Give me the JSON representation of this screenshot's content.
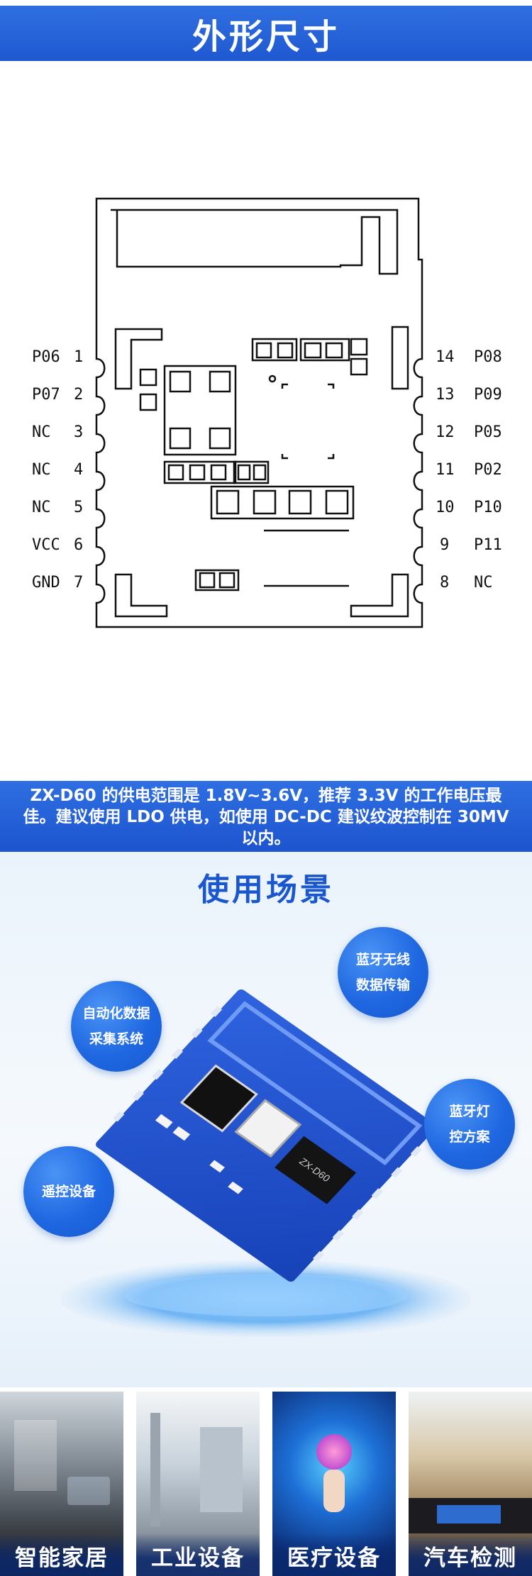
{
  "header": {
    "title": "外形尺寸"
  },
  "pins": {
    "left": [
      {
        "name": "P06",
        "num": "1"
      },
      {
        "name": "P07",
        "num": "2"
      },
      {
        "name": "NC",
        "num": "3"
      },
      {
        "name": "NC",
        "num": "4"
      },
      {
        "name": "NC",
        "num": "5"
      },
      {
        "name": "VCC",
        "num": "6"
      },
      {
        "name": "GND",
        "num": "7"
      }
    ],
    "right": [
      {
        "num": "14",
        "name": "P08"
      },
      {
        "num": "13",
        "name": "P09"
      },
      {
        "num": "12",
        "name": "P05"
      },
      {
        "num": "11",
        "name": "P02"
      },
      {
        "num": "10",
        "name": "P10"
      },
      {
        "num": "9",
        "name": "P11"
      },
      {
        "num": "8",
        "name": "NC"
      }
    ]
  },
  "note": {
    "text": "ZX-D60 的供电范围是 1.8V~3.6V，推荐 3.3V 的工作电压最佳。建议使用 LDO 供电，如使用 DC-DC 建议纹波控制在 30MV 以内。"
  },
  "scenarios": {
    "title": "使用场景",
    "bubbles": [
      {
        "line1": "自动化数据",
        "line2": "采集系统"
      },
      {
        "line1": "蓝牙无线",
        "line2": "数据传输"
      },
      {
        "line1": "蓝牙灯",
        "line2": "控方案"
      },
      {
        "line1": "遥控设备",
        "line2": ""
      }
    ],
    "chip_label": "ZX-D60"
  },
  "applications": [
    {
      "label": "智能家居"
    },
    {
      "label": "工业设备"
    },
    {
      "label": "医疗设备"
    },
    {
      "label": "汽车检测"
    }
  ]
}
